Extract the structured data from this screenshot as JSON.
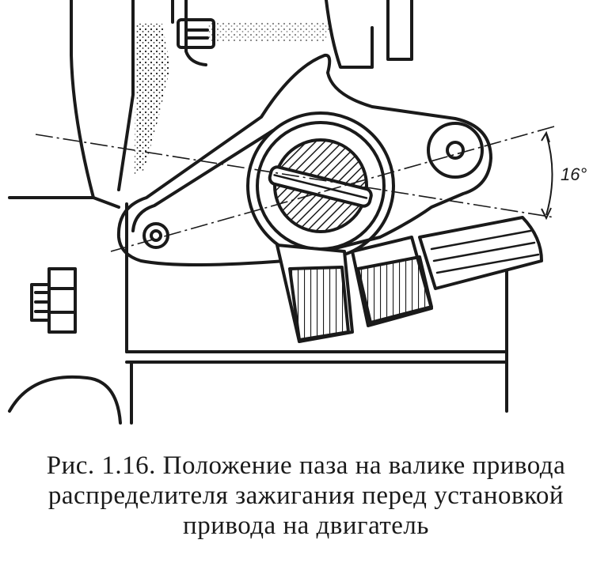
{
  "figure": {
    "angle_label": "16°",
    "caption_lines": [
      "Рис. 1.16. Положение паза на валике привода",
      "распределителя зажигания перед установкой",
      "привода на двигатель"
    ],
    "ink_color": "#1a1a1a",
    "background_color": "#ffffff"
  }
}
